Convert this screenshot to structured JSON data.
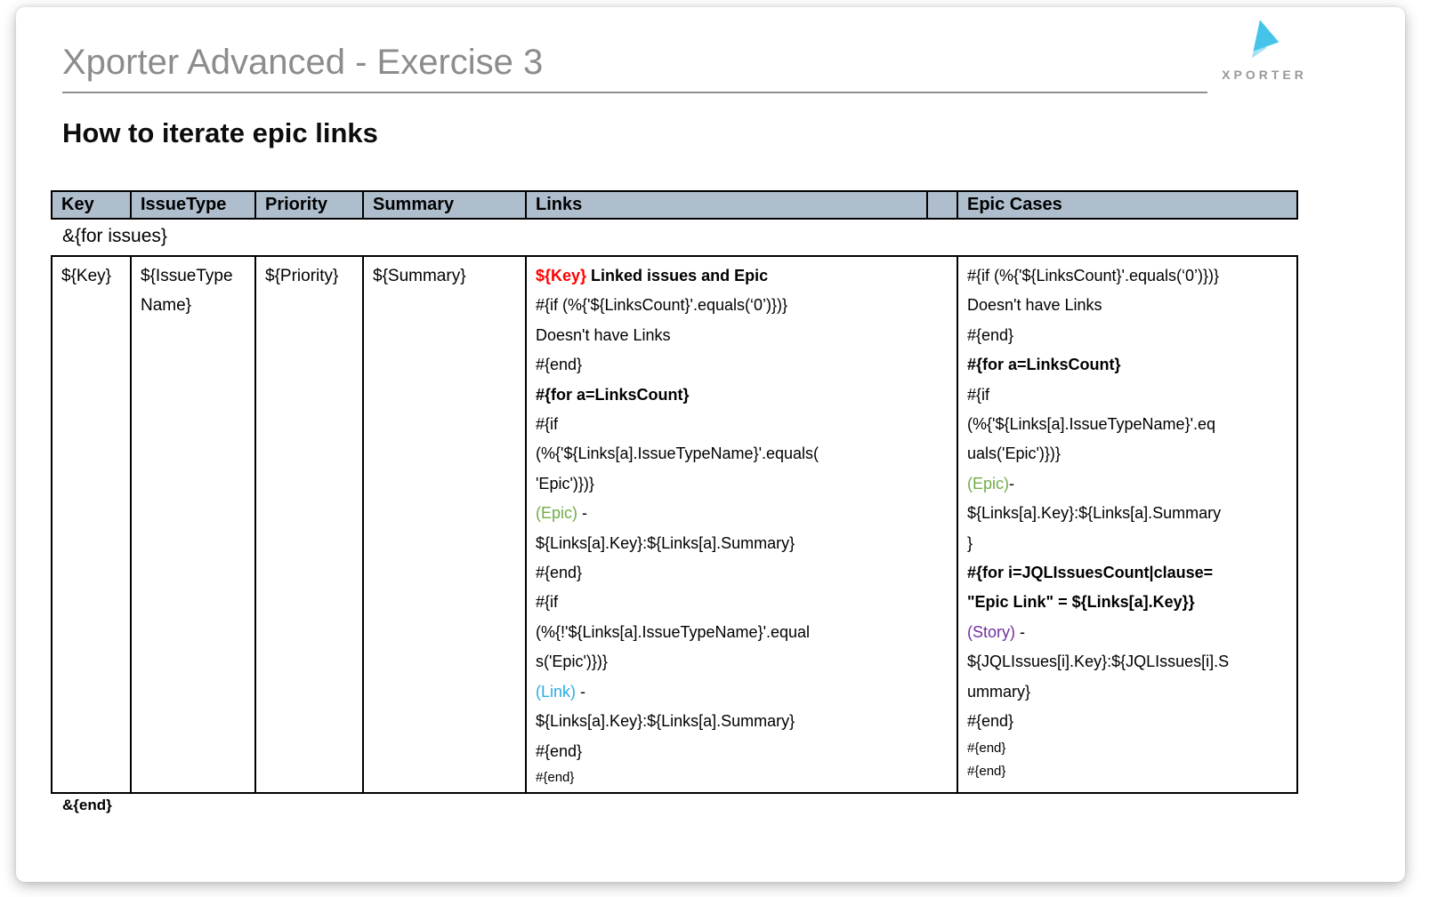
{
  "page": {
    "title": "Xporter Advanced - Exercise 3",
    "heading": "How to iterate epic links",
    "logo_text": "XPORTER"
  },
  "colors": {
    "red": "#ff0000",
    "green": "#70ad47",
    "blue": "#29abe2",
    "purple": "#7030a0",
    "header_bg": "#afbecd",
    "logo_arrow_main": "#45c4ea",
    "logo_arrow_light": "#a5e0f5",
    "title_gray": "#8c8c8c"
  },
  "table": {
    "headers": [
      "Key",
      "IssueType",
      "Priority",
      "Summary",
      "Links",
      "",
      "Epic Cases"
    ],
    "before_row": "&{for issues}",
    "after_row": "&{end}",
    "row": {
      "key": [
        [
          {
            "t": "${Key}"
          }
        ]
      ],
      "issuetype": [
        [
          {
            "t": "${IssueType"
          }
        ],
        [
          {
            "t": "Name}"
          }
        ]
      ],
      "priority": [
        [
          {
            "t": "${Priority}"
          }
        ]
      ],
      "summary": [
        [
          {
            "t": "${Summary}"
          }
        ]
      ],
      "links": [
        [
          {
            "t": "${Key}",
            "c": "red",
            "b": true
          },
          {
            "t": " Linked issues and Epic",
            "b": true
          }
        ],
        [
          {
            "t": "#{if (%{'${LinksCount}'.equals(‘0’)})}"
          }
        ],
        [
          {
            "t": "Doesn't have Links"
          }
        ],
        [
          {
            "t": "#{end}"
          }
        ],
        [
          {
            "t": "#{for a=LinksCount}",
            "b": true
          }
        ],
        [
          {
            "t": "#{if"
          }
        ],
        [
          {
            "t": "(%{'${Links[a].IssueTypeName}'.equals("
          }
        ],
        [
          {
            "t": "'Epic')})}"
          }
        ],
        [
          {
            "t": "(Epic)",
            "c": "green"
          },
          {
            "t": " -"
          }
        ],
        [
          {
            "t": "${Links[a].Key}:${Links[a].Summary}"
          }
        ],
        [
          {
            "t": "#{end}"
          }
        ],
        [
          {
            "t": "#{if"
          }
        ],
        [
          {
            "t": "(%{!'${Links[a].IssueTypeName}'.equal"
          }
        ],
        [
          {
            "t": "s('Epic')})}"
          }
        ],
        [
          {
            "t": "(Link)",
            "c": "blue"
          },
          {
            "t": " -"
          }
        ],
        [
          {
            "t": "${Links[a].Key}:${Links[a].Summary}"
          }
        ],
        [
          {
            "t": "#{end}"
          }
        ],
        [
          {
            "t": "#{end}",
            "small": true
          }
        ]
      ],
      "epic_cases": [
        [
          {
            "t": "#{if (%{'${LinksCount}'.equals(‘0’)})}"
          }
        ],
        [
          {
            "t": "Doesn't have Links"
          }
        ],
        [
          {
            "t": "#{end}"
          }
        ],
        [
          {
            "t": "#{for a=LinksCount}",
            "b": true
          }
        ],
        [
          {
            "t": "#{if"
          }
        ],
        [
          {
            "t": "(%{'${Links[a].IssueTypeName}'.eq"
          }
        ],
        [
          {
            "t": "uals('Epic')})}"
          }
        ],
        [
          {
            "t": "(Epic)",
            "c": "green"
          },
          {
            "t": "-"
          }
        ],
        [
          {
            "t": "${Links[a].Key}:${Links[a].Summary"
          }
        ],
        [
          {
            "t": "}"
          }
        ],
        [
          {
            "t": "#{for i=JQLIssuesCount|clause=",
            "b": true
          }
        ],
        [
          {
            "t": "\"Epic Link\" = ${Links[a].Key}}",
            "b": true
          }
        ],
        [
          {
            "t": "(Story)",
            "c": "purple"
          },
          {
            "t": " -"
          }
        ],
        [
          {
            "t": "${JQLIssues[i].Key}:${JQLIssues[i].S"
          }
        ],
        [
          {
            "t": "ummary}"
          }
        ],
        [
          {
            "t": "#{end}"
          }
        ],
        [
          {
            "t": "#{end}",
            "small": true
          }
        ],
        [
          {
            "t": "#{end}",
            "small": true
          }
        ]
      ]
    }
  }
}
